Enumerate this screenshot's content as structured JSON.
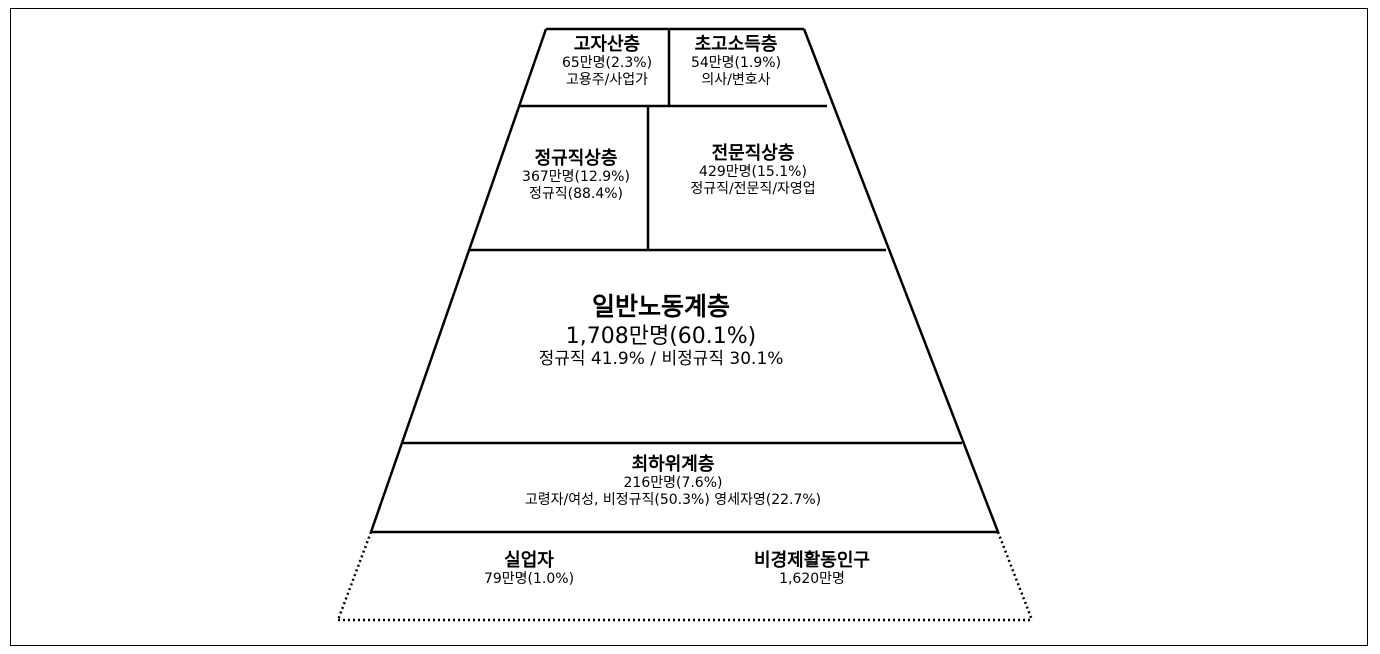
{
  "pyramid": {
    "top_left": {
      "title": "고자산층",
      "count": "65만명(2.3%)",
      "desc": "고용주/사업가"
    },
    "top_right": {
      "title": "초고소득층",
      "count": "54만명(1.9%)",
      "desc": "의사/변호사"
    },
    "upper_left": {
      "title": "정규직상층",
      "count": "367만명(12.9%)",
      "desc": "정규직(88.4%)"
    },
    "upper_right": {
      "title": "전문직상층",
      "count": "429만명(15.1%)",
      "desc": "정규직/전문직/자영업"
    },
    "middle": {
      "title": "일반노동계층",
      "count": "1,708만명(60.1%)",
      "desc": "정규직 41.9% / 비정규직 30.1%"
    },
    "lower": {
      "title": "최하위계층",
      "count": "216만명(7.6%)",
      "desc": "고령자/여성, 비정규직(50.3%) 영세자영(22.7%)"
    },
    "bottom_left": {
      "title": "실업자",
      "count": "79만명(1.0%)"
    },
    "bottom_right": {
      "title": "비경제활동인구",
      "count": "1,620만명"
    }
  }
}
